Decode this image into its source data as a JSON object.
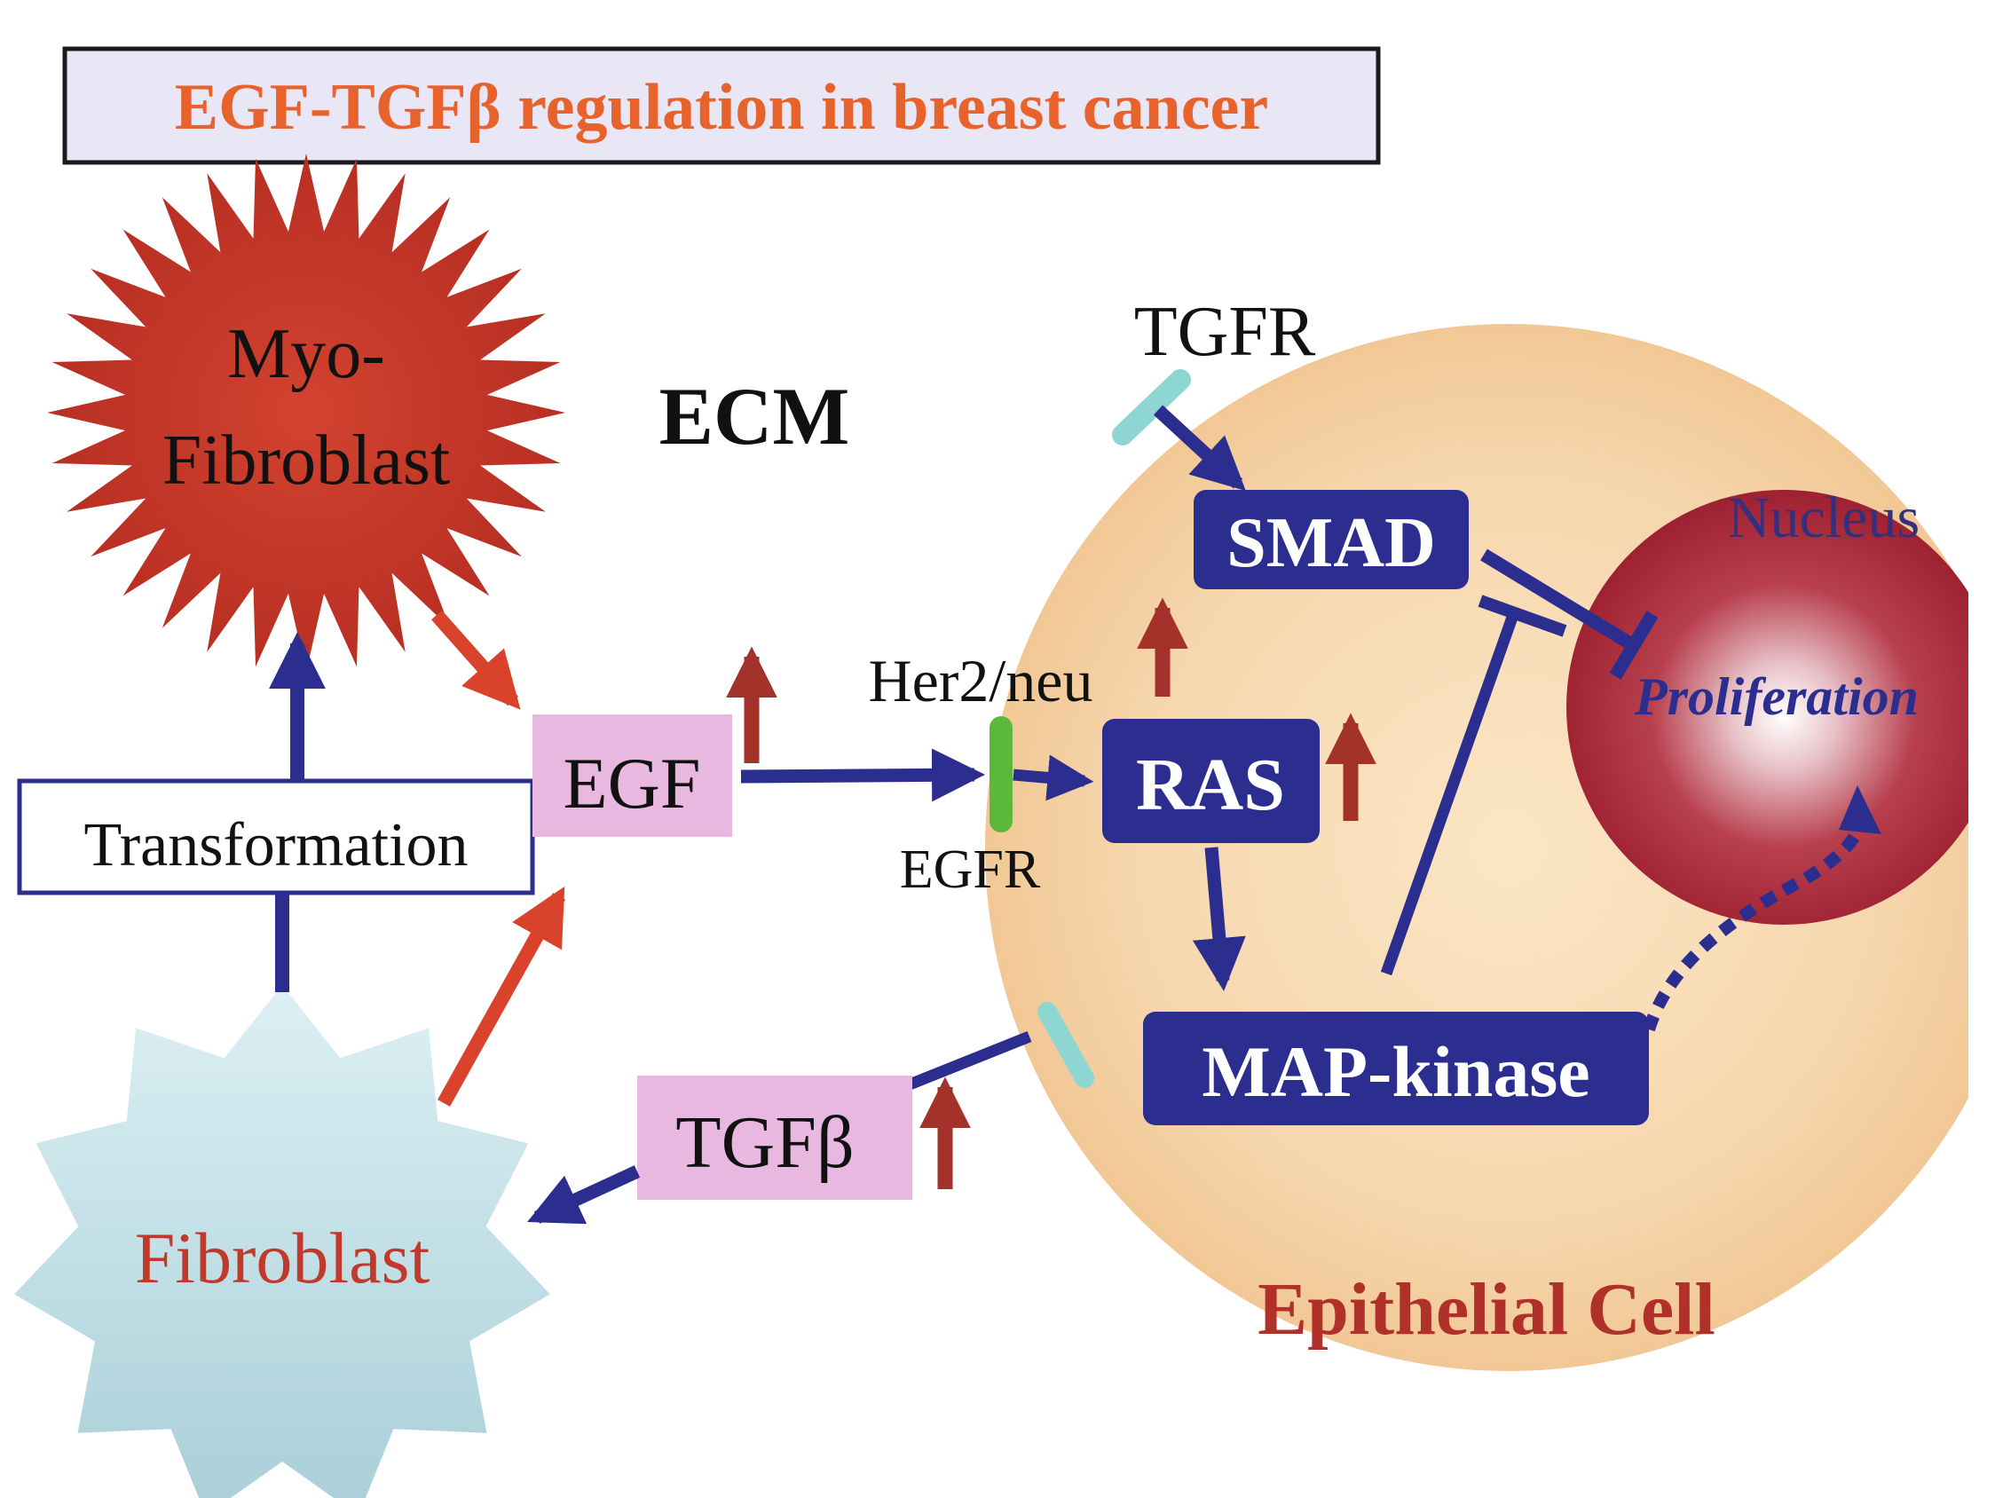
{
  "title": "EGF-TGFβ regulation in breast cancer",
  "ecm_label": "ECM",
  "myofibroblast": {
    "line1": "Myo-",
    "line2": "Fibroblast"
  },
  "fibroblast": "Fibroblast",
  "transformation": "Transformation",
  "egf": "EGF",
  "tgfb": "TGFβ",
  "her2": "Her2/neu",
  "egfr": "EGFR",
  "tgfr": "TGFR",
  "ras": "RAS",
  "smad": "SMAD",
  "mapk": "MAP-kinase",
  "nucleus": "Nucleus",
  "proliferation": "Proliferation",
  "epithelial_cell": "Epithelial Cell",
  "colors": {
    "title_text": "#e8622c",
    "title_bg": "#e9e6f6",
    "pathway_arrow": "#2b2e8f",
    "pathway_box": "#2b2e8f",
    "red_arrow": "#d9432b",
    "up_arrow": "#a3322a",
    "myofibroblast": "#c9382a",
    "fibroblast": "#c6e3ea",
    "fibroblast_text": "#c0392b",
    "ligand_box": "#e8b8e0",
    "cell": "#f6d7ae",
    "nucleus": "#a4212e",
    "egfr_marker": "#5cb83a",
    "tgfr_marker": "#8ed6d2",
    "epithelial_text": "#b0302a"
  }
}
